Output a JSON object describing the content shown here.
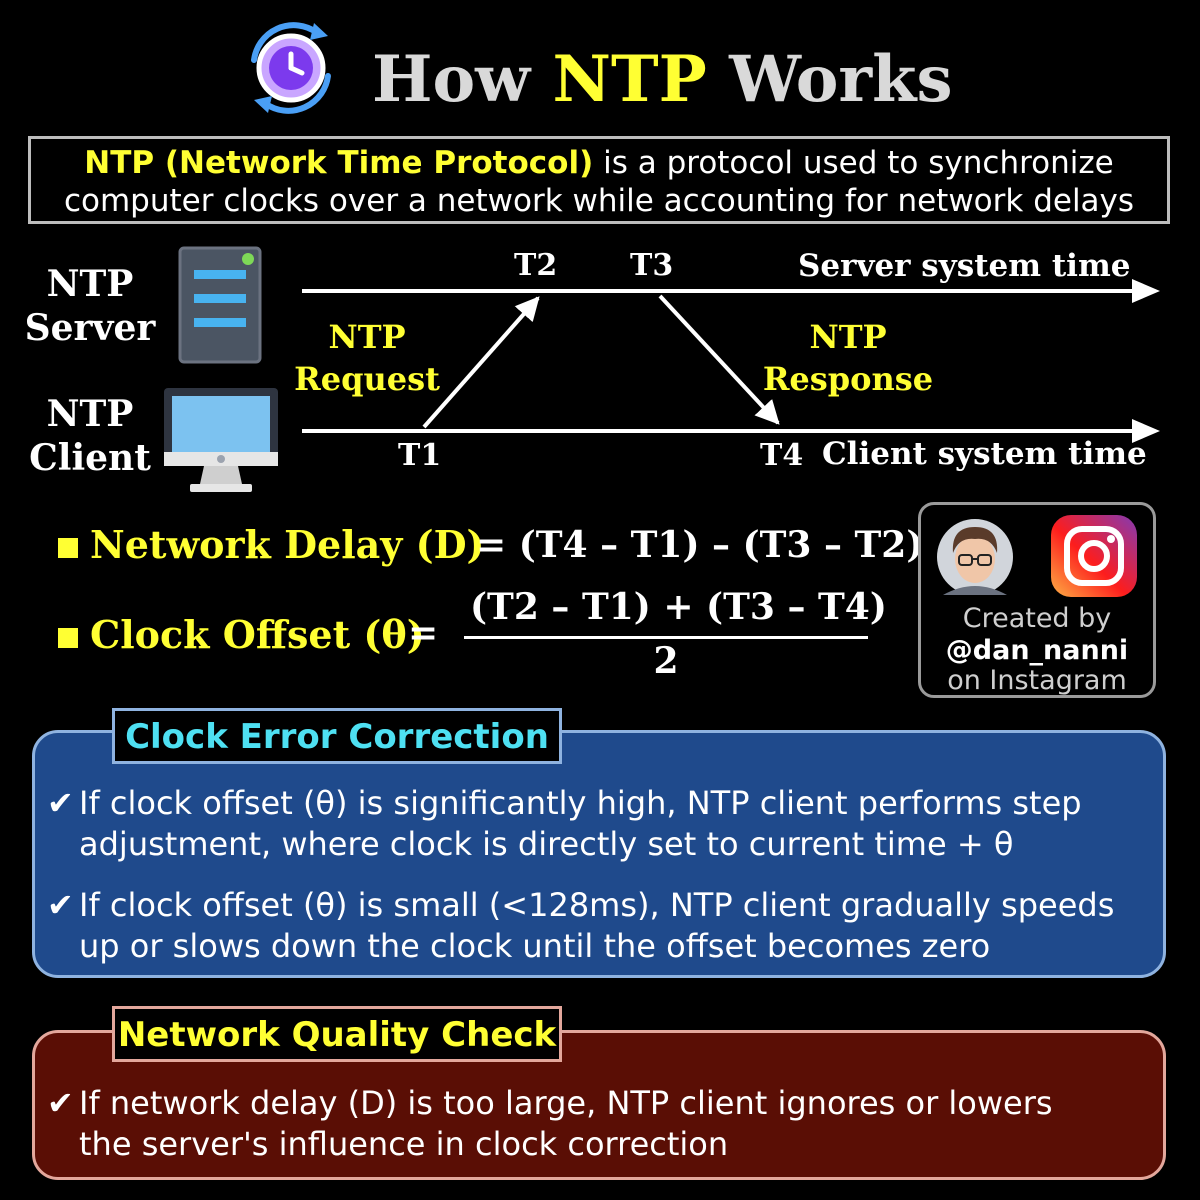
{
  "title": {
    "prefix": "How ",
    "highlight": "NTP",
    "suffix": " Works"
  },
  "definition": {
    "bold": "NTP (Network Time Protocol)",
    "rest_line1": " is a protocol used to synchronize",
    "line2": "computer clocks over a network while accounting for network delays"
  },
  "diagram": {
    "server_label": [
      "NTP",
      "Server"
    ],
    "client_label": [
      "NTP",
      "Client"
    ],
    "t1": "T1",
    "t2": "T2",
    "t3": "T3",
    "t4": "T4",
    "server_axis": "Server system time",
    "client_axis": "Client system time",
    "request_label": [
      "NTP",
      "Request"
    ],
    "response_label": [
      "NTP",
      "Response"
    ]
  },
  "formulas": {
    "delay_name": "Network Delay (D)",
    "delay_expr": "= (T4 – T1) – (T3 – T2)",
    "offset_name": "Clock Offset (θ)",
    "offset_eq": "=",
    "offset_numerator": "(T2 – T1) + (T3 – T4)",
    "offset_denominator": "2"
  },
  "credit": {
    "line1": "Created by",
    "line2": "@dan_nanni",
    "line3": "on Instagram"
  },
  "clock_error": {
    "heading": "Clock Error Correction",
    "items": [
      [
        "If clock offset (θ) is significantly high, NTP client performs step",
        "adjustment, where clock is directly set to current time + θ"
      ],
      [
        "If clock offset (θ) is small (<128ms), NTP client gradually speeds",
        "up or slows down the clock until the offset becomes zero"
      ]
    ],
    "check_mark": "✔"
  },
  "network_quality": {
    "heading": "Network Quality Check",
    "items": [
      [
        "If network delay (D) is too large, NTP client ignores or lowers",
        "the server's influence in clock correction"
      ]
    ],
    "check_mark": "✔"
  },
  "colors": {
    "accent_yellow": "#ffff33",
    "panel_blue": "#1f4a8c",
    "panel_red": "#5a0e05",
    "heading_cyan": "#4ee0f2"
  }
}
